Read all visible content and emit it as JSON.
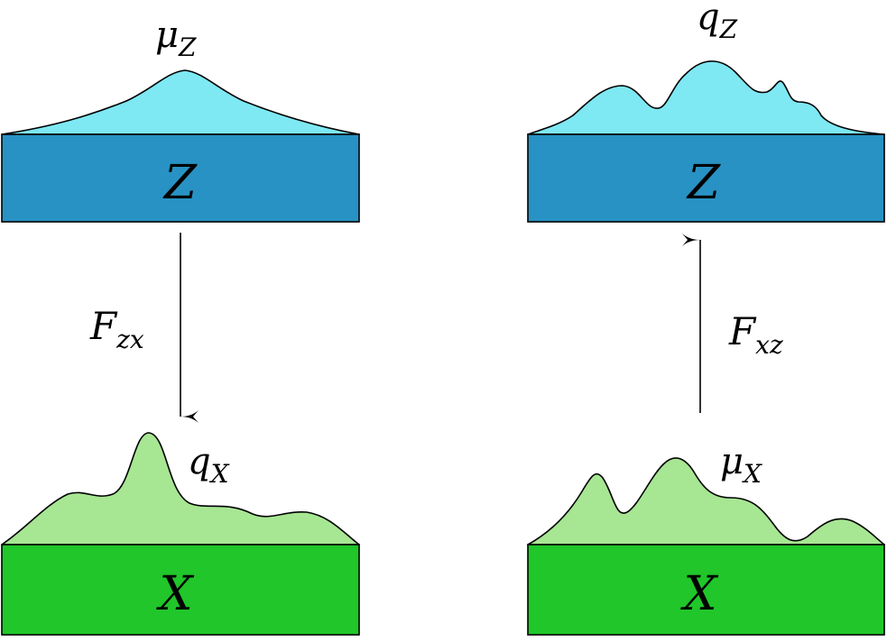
{
  "colors": {
    "latent_box": "#2892c4",
    "latent_density": "#7ee8f3",
    "data_box": "#20c62a",
    "data_density": "#a7e693"
  },
  "left": {
    "top_box": {
      "label": "Z"
    },
    "top_density": {
      "label_main": "μ",
      "label_sub": "Z"
    },
    "arrow": {
      "label_main": "F",
      "label_sub": "zx",
      "direction": "down"
    },
    "bottom_box": {
      "label": "X"
    },
    "bottom_density": {
      "label_main": "q",
      "label_sub": "X"
    }
  },
  "right": {
    "top_box": {
      "label": "Z"
    },
    "top_density": {
      "label_main": "q",
      "label_sub": "Z"
    },
    "arrow": {
      "label_main": "F",
      "label_sub": "xz",
      "direction": "up"
    },
    "bottom_box": {
      "label": "X"
    },
    "bottom_density": {
      "label_main": "μ",
      "label_sub": "X"
    }
  }
}
